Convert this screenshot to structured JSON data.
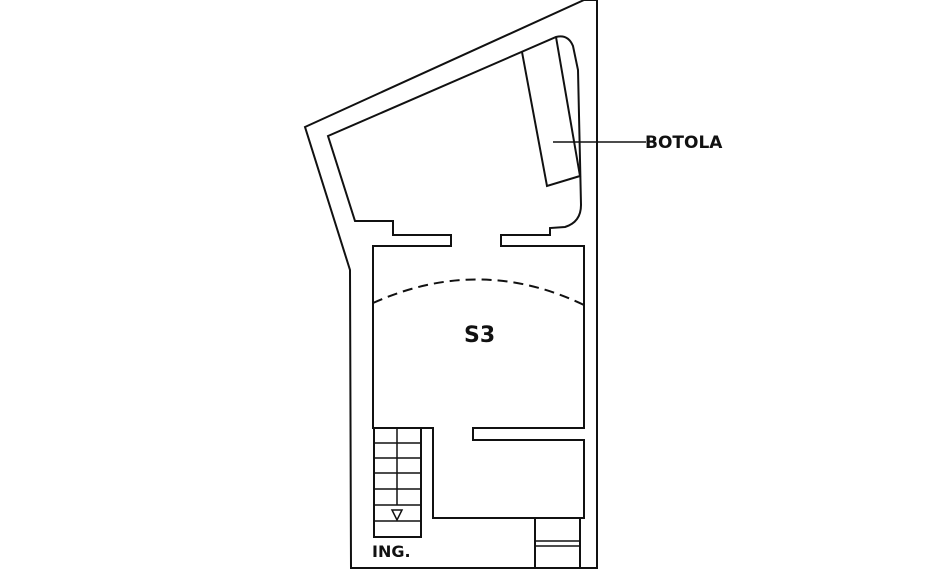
{
  "plan": {
    "labels": {
      "room": "S3",
      "hatch": "BOTOLA",
      "entrance": "ING."
    },
    "colors": {
      "line": "#111111",
      "background": "#ffffff"
    }
  }
}
